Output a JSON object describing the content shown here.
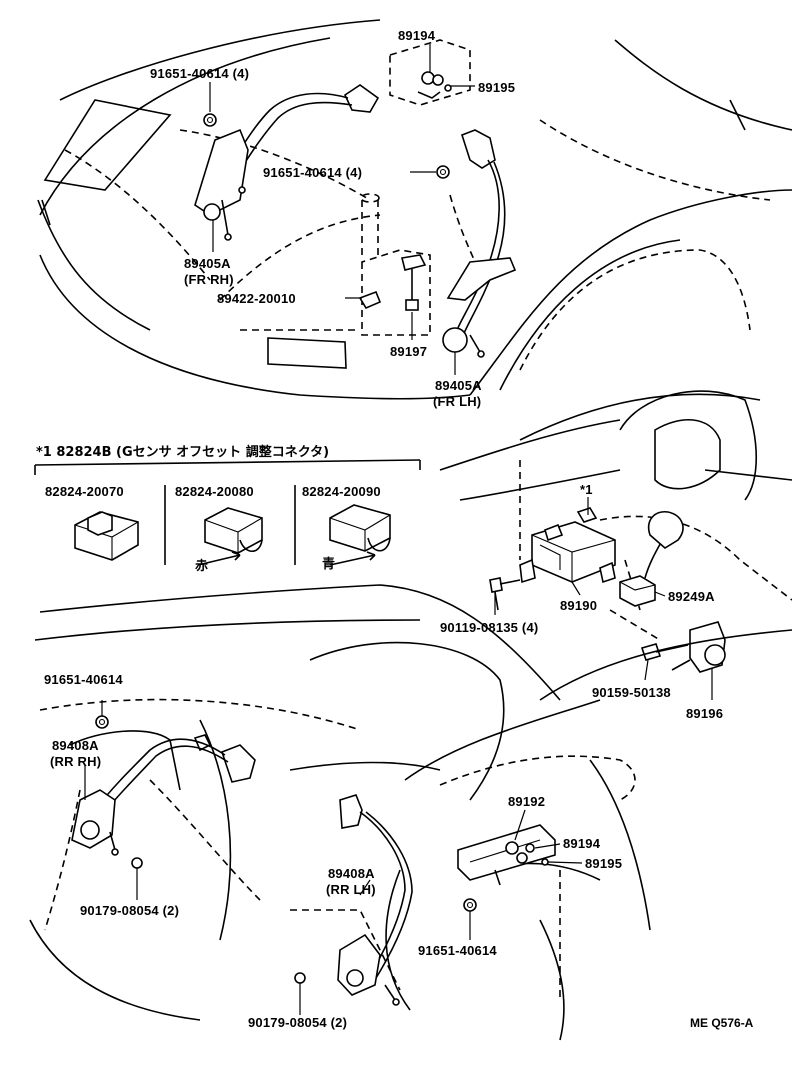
{
  "diagram": {
    "ref_code": "ME Q576-A",
    "labels": {
      "p_89194_top": "89194",
      "p_89195_top": "89195",
      "p_91651_tl": "91651-40614 (4)",
      "p_91651_mid": "91651-40614 (4)",
      "p_89405a_rh": "89405A",
      "p_89405a_rh_side": "(FR RH)",
      "p_89422": "89422-20010",
      "p_89197": "89197",
      "p_89405a_lh": "89405A",
      "p_89405a_lh_side": "(FR LH)",
      "p_star1": "*1",
      "p_89190": "89190",
      "p_89249a": "89249A",
      "p_90119": "90119-08135 (4)",
      "p_90159": "90159-50138",
      "p_89196": "89196",
      "p_91651_rr": "91651-40614",
      "p_89408a_rh": "89408A",
      "p_89408a_rh_side": "(RR RH)",
      "p_90179_l": "90179-08054 (2)",
      "p_89192": "89192",
      "p_89194_bot": "89194",
      "p_89195_bot": "89195",
      "p_89408a_lh": "89408A",
      "p_89408a_lh_side": "(RR LH)",
      "p_91651_bot": "91651-40614",
      "p_90179_b": "90179-08054 (2)"
    },
    "legend": {
      "title": "*1  82824B  (Gセンサ オフセット 調整コネクタ)",
      "items": [
        {
          "part": "82824-20070",
          "color_note": ""
        },
        {
          "part": "82824-20080",
          "color_note": "赤"
        },
        {
          "part": "82824-20090",
          "color_note": "青"
        }
      ]
    }
  }
}
